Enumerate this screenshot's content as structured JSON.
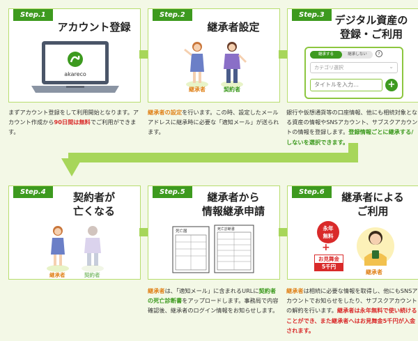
{
  "steps": [
    {
      "badge": "Step.1",
      "title": "アカウント登録"
    },
    {
      "badge": "Step.2",
      "title": "継承者設定"
    },
    {
      "badge": "Step.3",
      "title_l1": "デジタル資産の",
      "title_l2": "登録・ご利用"
    },
    {
      "badge": "Step.4",
      "title_l1": "契約者が",
      "title_l2": "亡くなる"
    },
    {
      "badge": "Step.5",
      "title_l1": "継承者から",
      "title_l2": "情報継承申請"
    },
    {
      "badge": "Step.6",
      "title_l1": "継承者による",
      "title_l2": "ご利用"
    }
  ],
  "step1": {
    "logo_text": "akareco",
    "desc": [
      "まずアカウント登録をして利用開始となります。ア",
      "カウント作成から",
      "90日間は無料",
      "でご利用ができま",
      "す。"
    ]
  },
  "step2": {
    "heir_label": "継承者",
    "contractor_label": "契約者",
    "desc": [
      "継承者の設定",
      "を行います。この時、設定したメール",
      "アドレスに継承時に必要な「適知メール」が送られ",
      "ます。"
    ]
  },
  "step3": {
    "toggle_on": "継承する",
    "toggle_off": "継承しない",
    "help": "?",
    "category_placeholder": "カテゴリ選択",
    "title_placeholder": "タイトルを入力…",
    "add": "+",
    "desc": [
      "銀行や仮想通貨等の口座情報、他にも相続対象とな",
      "る資産の情報やSNSアカウント、サブスクアカウント",
      "の情報を登録します。",
      "登録情報ごとに継承する/",
      "しないを選択できます。"
    ]
  },
  "step4": {
    "heir_label": "継承者",
    "contractor_label": "契約者"
  },
  "step5": {
    "doc1_title": "死亡届",
    "doc2_title": "死亡診断書",
    "desc": [
      "継承者",
      "は、「適知メール」に含まれるURLに",
      "契約者",
      "の死亡診断書",
      "をアップロードします。事務局で内容",
      "確認後、継承者のログイン情報をお知らせします。"
    ]
  },
  "step6": {
    "badge_free_l1": "永年",
    "badge_free_l2": "無料",
    "plus": "+",
    "gift_l1": "お見舞金",
    "gift_l2": "5千円",
    "heir_label": "継承者",
    "desc": [
      "継承者",
      "は相続に必要な情報を取得し、他にもSNSア",
      "カウントでお知らせをしたり、サブスクアカウント",
      "の解約を行います。",
      "継承者は永年無料で使い続ける",
      "ことができ、また継承者へはお見舞金5千円が入金",
      "されます。"
    ]
  },
  "colors": {
    "green": "#3d9a1f",
    "light_green": "#8cc63f",
    "border": "#b7dd6d",
    "orange": "#e0821a",
    "red": "#d92a2a",
    "bg": "#f3f8e6"
  }
}
